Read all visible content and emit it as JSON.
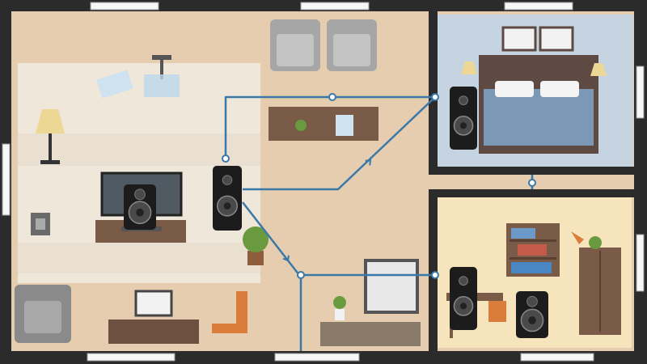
{
  "diagram": {
    "kind": "multi-room wireless speaker floor plan",
    "colors": {
      "wall": "#2b2b2b",
      "floor": "#e6cdb0",
      "living_rug": "#efe7da",
      "bedroom_floor": "#c5d4e0",
      "office_floor": "#f6e4bd",
      "link_line": "#3a78a8",
      "speaker_body": "#1c1c1c",
      "speaker_driver": "#4a4a4a",
      "window": "#f7f7f7"
    },
    "rooms": [
      {
        "id": "living-room"
      },
      {
        "id": "bedroom"
      },
      {
        "id": "office"
      },
      {
        "id": "hall"
      }
    ],
    "speakers": [
      {
        "id": "living-room-tv-speaker"
      },
      {
        "id": "hub-speaker"
      },
      {
        "id": "bedroom-speaker"
      },
      {
        "id": "office-speaker-desk"
      },
      {
        "id": "office-speaker-floor"
      }
    ],
    "connections": [
      {
        "from": "hub-speaker",
        "to": "bedroom-speaker",
        "route": "upper"
      },
      {
        "from": "hub-speaker",
        "to": "bedroom-speaker",
        "route": "diagonal"
      },
      {
        "from": "hub-speaker",
        "to": "office-speaker-desk",
        "route": "diagonal"
      },
      {
        "from": "office-speaker-desk",
        "to": "hall",
        "route": "vertical"
      },
      {
        "from": "bedroom-speaker",
        "to": "office-speaker-desk",
        "route": "short"
      }
    ]
  }
}
